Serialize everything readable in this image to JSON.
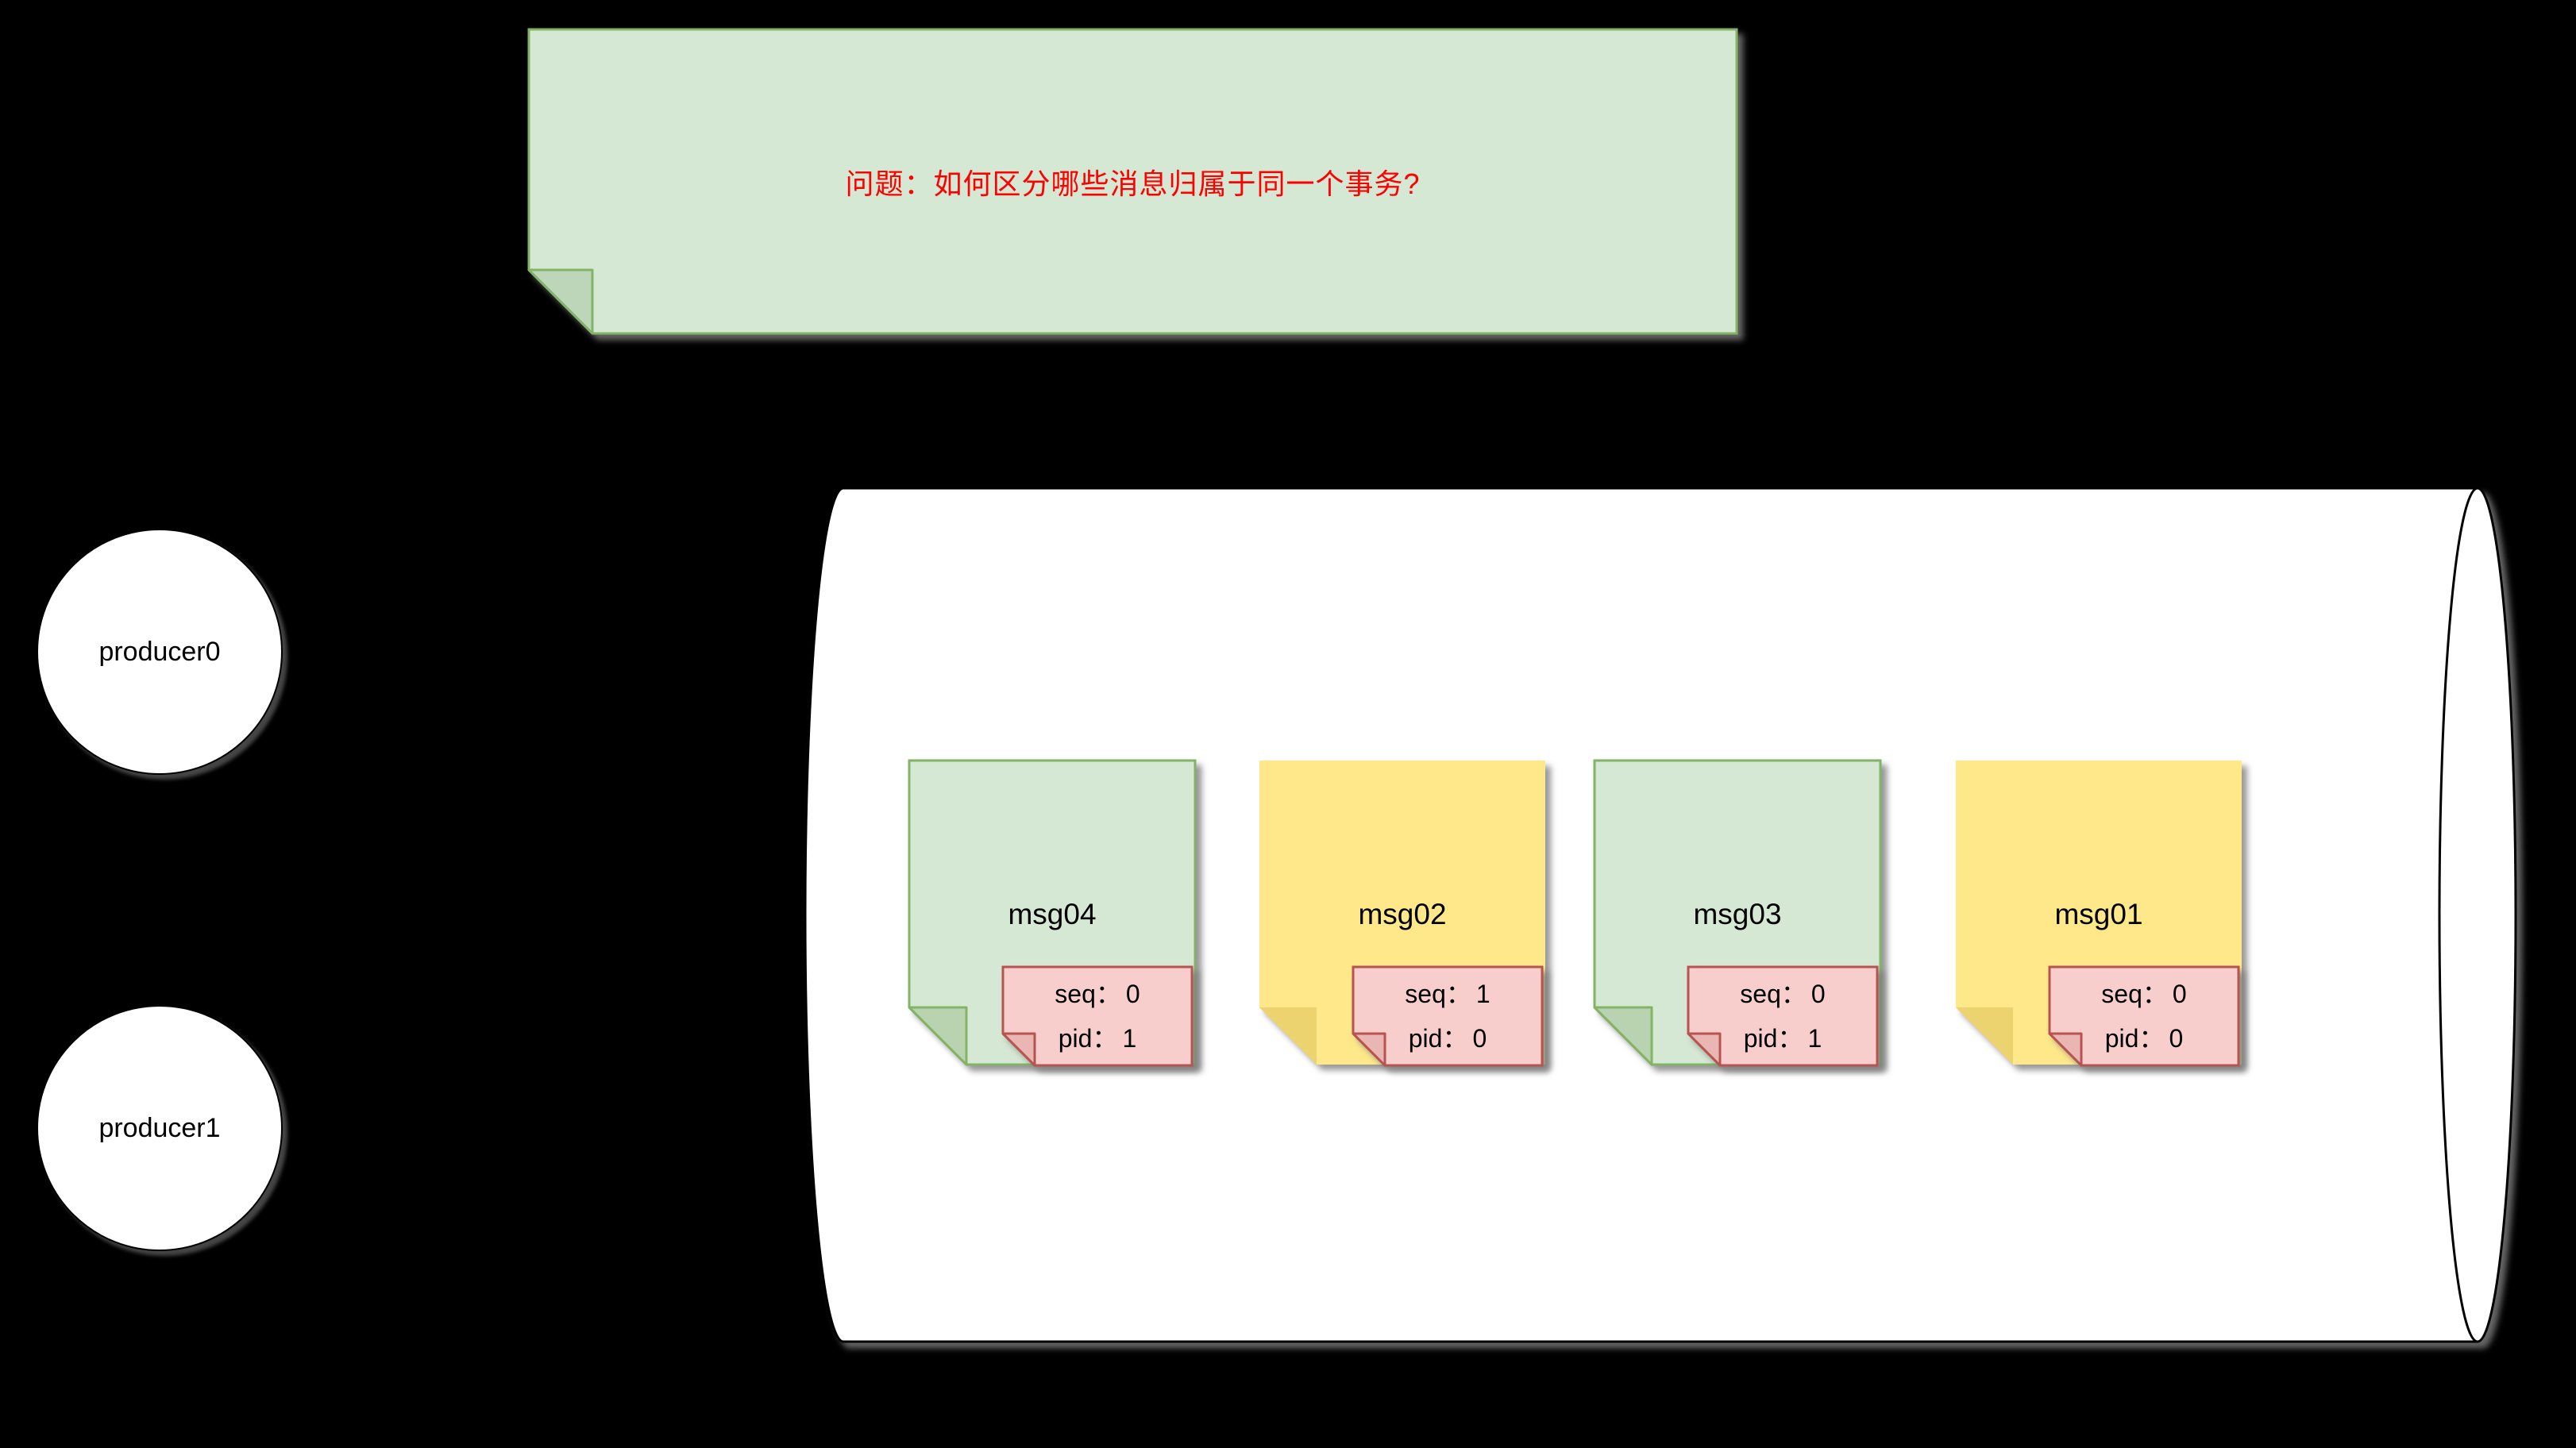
{
  "question_note": {
    "text": "问题：如何区分哪些消息归属于同一个事务?"
  },
  "producers": [
    {
      "label": "producer0"
    },
    {
      "label": "producer1"
    }
  ],
  "queue": {
    "messages": [
      {
        "label": "msg04",
        "color": "green",
        "seq": "0",
        "pid": "1"
      },
      {
        "label": "msg02",
        "color": "yellow",
        "seq": "1",
        "pid": "0"
      },
      {
        "label": "msg03",
        "color": "green",
        "seq": "0",
        "pid": "1"
      },
      {
        "label": "msg01",
        "color": "yellow",
        "seq": "0",
        "pid": "0"
      }
    ]
  },
  "labels": {
    "seq": "seq：",
    "pid": "pid："
  },
  "colors": {
    "background": "#000000",
    "question_text": "#ff0000",
    "note_green_fill": "#d5e8d4",
    "note_green_border": "#82b366",
    "note_yellow_fill": "#ffe88a",
    "tag_fill": "#f8cecc",
    "tag_border": "#b85450",
    "cylinder_fill": "#ffffff",
    "producer_fill": "#ffffff"
  }
}
